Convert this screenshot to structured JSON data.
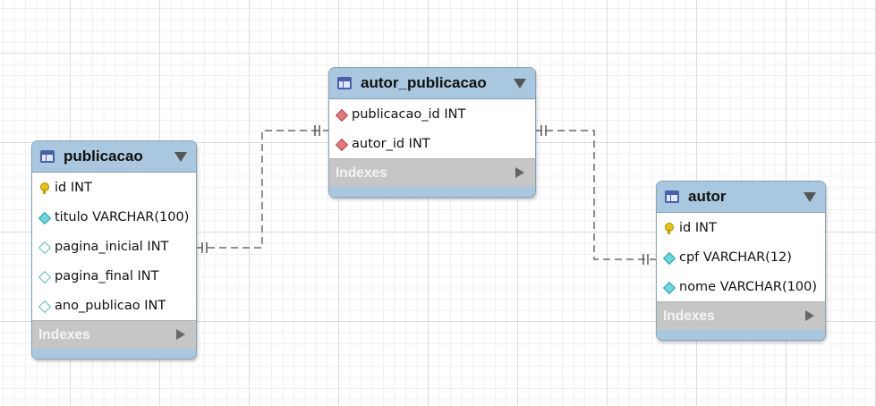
{
  "entities": {
    "publicacao": {
      "title": "publicacao",
      "columns": [
        {
          "icon": "primary-key-icon",
          "label": "id INT"
        },
        {
          "icon": "not-null-column-icon",
          "label": "titulo VARCHAR(100)"
        },
        {
          "icon": "nullable-column-icon",
          "label": "pagina_inicial INT"
        },
        {
          "icon": "nullable-column-icon",
          "label": "pagina_final INT"
        },
        {
          "icon": "nullable-column-icon",
          "label": "ano_publicao INT"
        }
      ],
      "indexes_label": "Indexes"
    },
    "autor_publicacao": {
      "title": "autor_publicacao",
      "columns": [
        {
          "icon": "foreign-key-icon",
          "label": "publicacao_id INT"
        },
        {
          "icon": "foreign-key-icon",
          "label": "autor_id INT"
        }
      ],
      "indexes_label": "Indexes"
    },
    "autor": {
      "title": "autor",
      "columns": [
        {
          "icon": "primary-key-icon",
          "label": "id INT"
        },
        {
          "icon": "not-null-column-icon",
          "label": "cpf VARCHAR(12)"
        },
        {
          "icon": "not-null-column-icon",
          "label": "nome VARCHAR(100)"
        }
      ],
      "indexes_label": "Indexes"
    }
  },
  "relationships": [
    {
      "from": "publicacao",
      "to": "autor_publicacao",
      "from_cardinality": "one-and-only-one",
      "to_cardinality": "one-and-only-one",
      "line_style": "dashed"
    },
    {
      "from": "autor_publicacao",
      "to": "autor",
      "from_cardinality": "one-and-only-one",
      "to_cardinality": "one-and-only-one",
      "line_style": "dashed"
    }
  ],
  "colors": {
    "header": "#a9c7de",
    "indexes_bar": "#c6c6c6",
    "connector": "#6b6b6b",
    "grid": "#dcdcdc"
  }
}
